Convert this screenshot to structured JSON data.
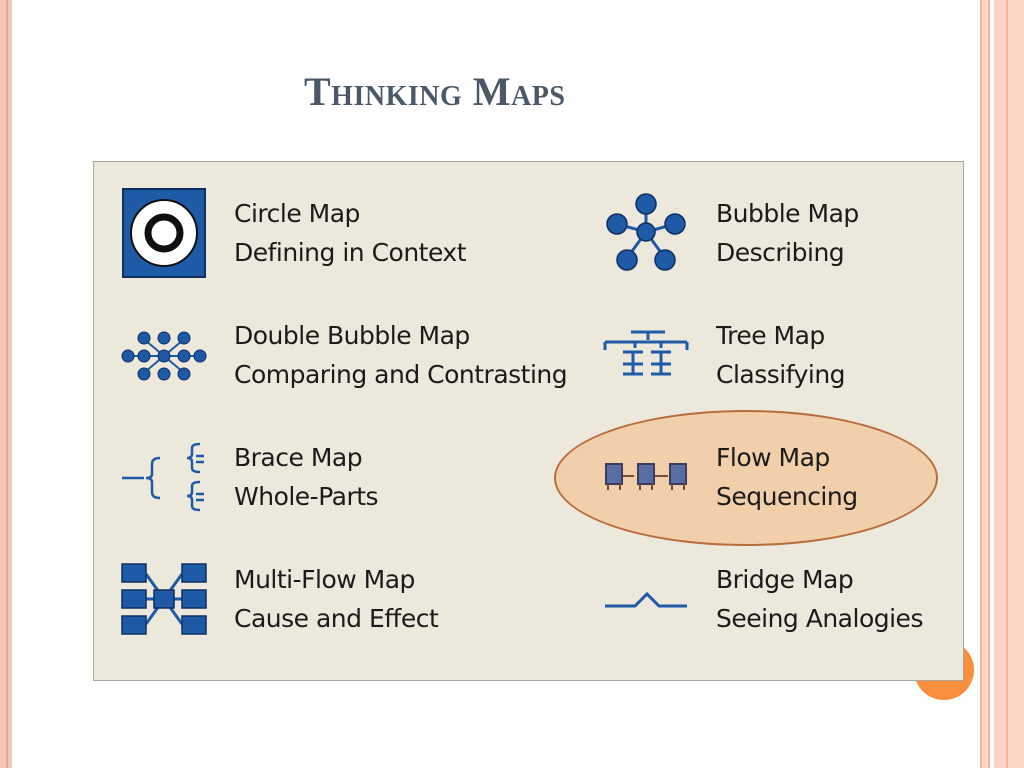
{
  "title": "Thinking Maps",
  "maps": [
    {
      "name": "Circle Map",
      "purpose": "Defining in Context",
      "icon": "circle-map-icon"
    },
    {
      "name": "Bubble Map",
      "purpose": "Describing",
      "icon": "bubble-map-icon"
    },
    {
      "name": "Double Bubble Map",
      "purpose": "Comparing and Contrasting",
      "icon": "double-bubble-map-icon"
    },
    {
      "name": "Tree Map",
      "purpose": "Classifying",
      "icon": "tree-map-icon"
    },
    {
      "name": "Brace Map",
      "purpose": "Whole-Parts",
      "icon": "brace-map-icon"
    },
    {
      "name": "Flow Map",
      "purpose": "Sequencing",
      "icon": "flow-map-icon",
      "highlighted": true
    },
    {
      "name": "Multi-Flow Map",
      "purpose": "Cause and Effect",
      "icon": "multi-flow-map-icon"
    },
    {
      "name": "Bridge Map",
      "purpose": "Seeing Analogies",
      "icon": "bridge-map-icon"
    }
  ],
  "colors": {
    "icon_blue": "#1f5aa6",
    "highlight_fill": "#f2cfab",
    "highlight_border": "#b86e3c",
    "title": "#4a5867"
  }
}
